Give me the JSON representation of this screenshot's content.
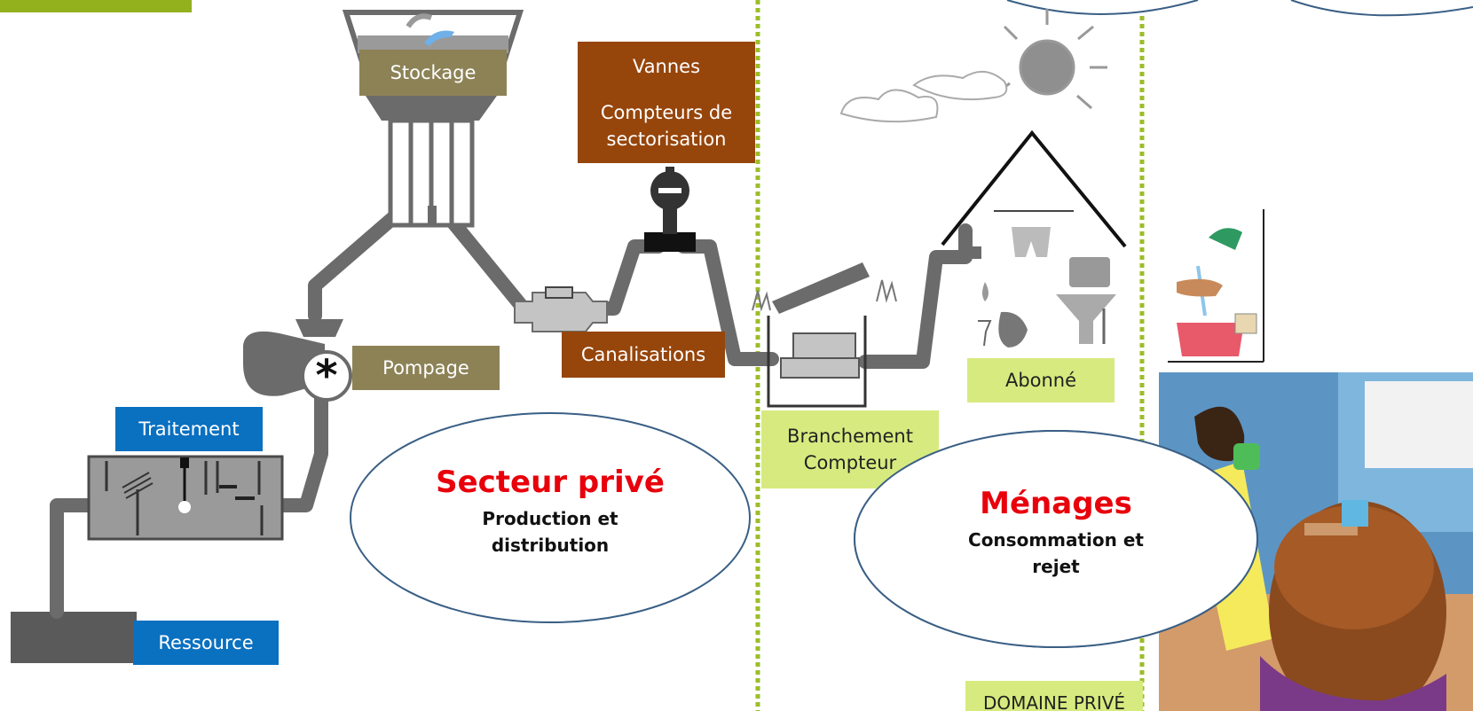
{
  "colors": {
    "pipe": "#6b6b6b",
    "label_blue": "#0a70c0",
    "label_olive": "#8c8256",
    "label_brown": "#96450b",
    "label_lime": "#d7ea7f",
    "divider": "#9cbd2a",
    "ellipse_stroke": "#3a5f85",
    "heading_red": "#e8000b"
  },
  "labels": {
    "ressource": "Ressource",
    "traitement": "Traitement",
    "pompage": "Pompage",
    "stockage": "Stockage",
    "vannes": "Vannes",
    "compteurs_sectorisation": "Compteurs de sectorisation",
    "canalisations": "Canalisations",
    "branchement_compteur": "Branchement Compteur",
    "abonne": "Abonné",
    "domaine_prive": "DOMAINE PRIVÉ"
  },
  "sectors": {
    "private": {
      "title": "Secteur privé",
      "subtitle": "Production et distribution"
    },
    "households": {
      "title": "Ménages",
      "subtitle": "Consommation et rejet"
    }
  }
}
